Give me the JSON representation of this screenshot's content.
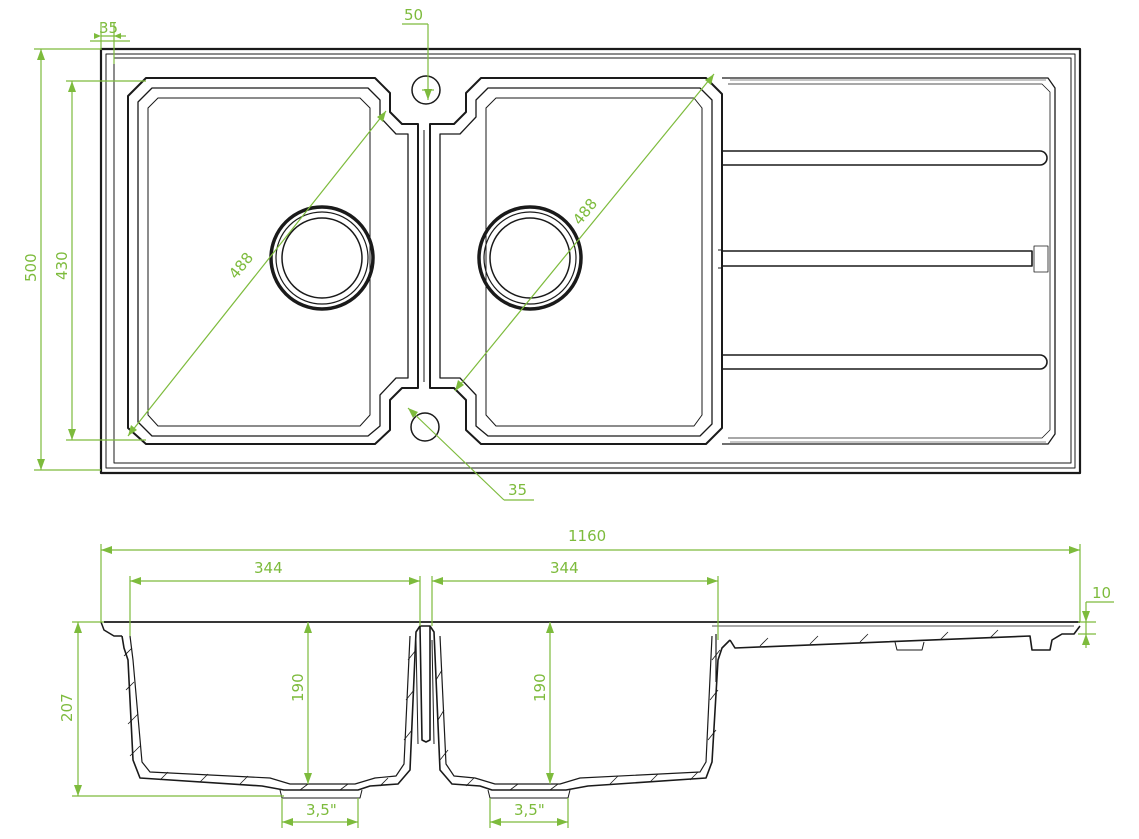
{
  "colors": {
    "dimension": "#7dbb3c",
    "outline": "#1a1a1a",
    "background": "#ffffff"
  },
  "dimensions": {
    "rim_width": "35",
    "tap_hole": "50",
    "overall_depth": "500",
    "bowl_depth": "430",
    "left_bowl_diagonal": "488",
    "right_bowl_diagonal": "488",
    "waste_hole": "35",
    "overall_length": "1160",
    "left_bowl_width": "344",
    "right_bowl_width": "344",
    "drainer_thickness": "10",
    "bowl_height": "207",
    "left_bowl_inner_depth": "190",
    "right_bowl_inner_depth": "190",
    "left_drain_size": "3,5\"",
    "right_drain_size": "3,5\""
  }
}
